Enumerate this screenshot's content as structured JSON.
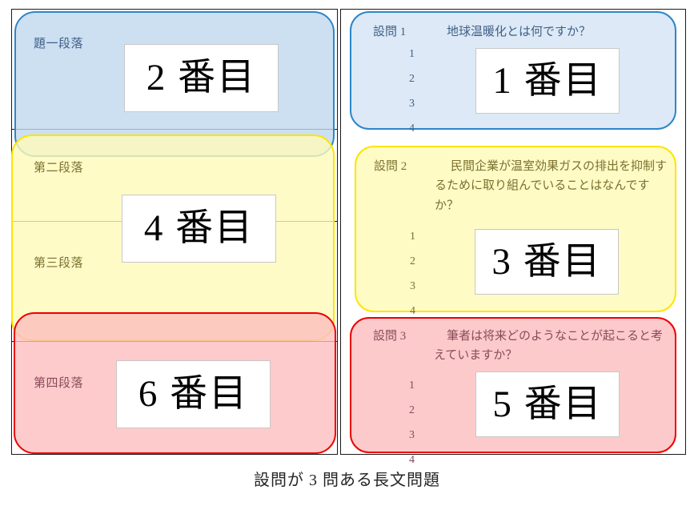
{
  "passage": {
    "paragraphs": [
      {
        "label": "題一段落",
        "order_box": "2 番目"
      },
      {
        "label": "第二段落",
        "order_box": "4 番目"
      },
      {
        "label": "第三段落",
        "order_box": ""
      },
      {
        "label": "第四段落",
        "order_box": "6 番目"
      }
    ],
    "shape_colors": {
      "paragraph1_fill": "#bfd8ef",
      "paragraph1_border": "#2e86c8",
      "paragraph23_fill": "#fffab9",
      "paragraph23_border": "#ffe400",
      "paragraph4_fill": "#fcbebe",
      "paragraph4_border": "#ee0000"
    }
  },
  "questions": [
    {
      "number": "設問 1",
      "text": "地球温暖化とは何ですか？",
      "choices": [
        "1",
        "2",
        "3",
        "4"
      ],
      "order_box": "1 番目",
      "fill": "#dbe8f6",
      "border": "#2e86c8"
    },
    {
      "number": "設問 2",
      "text": "民間企業が温室効果ガスの排出を抑制するために取り組んでいることはなんですか？",
      "choices": [
        "1",
        "2",
        "3",
        "4"
      ],
      "order_box": "3 番目",
      "fill": "#fffbc2",
      "border": "#ffe400"
    },
    {
      "number": "設問 3",
      "text": "筆者は将来どのようなことが起こると考えていますか？",
      "choices": [
        "1",
        "2",
        "3",
        "4"
      ],
      "order_box": "5 番目",
      "fill": "#fcc7c7",
      "border": "#ee0000"
    }
  ],
  "caption": "設問が 3 問ある長文問題"
}
